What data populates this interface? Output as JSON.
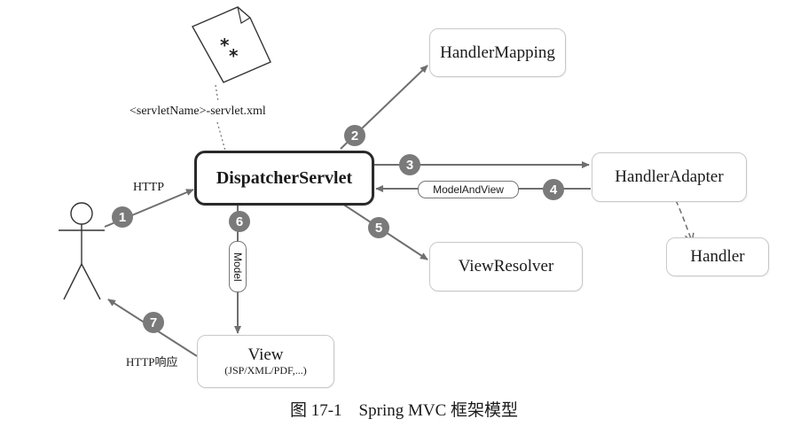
{
  "nodes": {
    "dispatcher": "DispatcherServlet",
    "handler_mapping": "HandlerMapping",
    "handler_adapter": "HandlerAdapter",
    "handler": "Handler",
    "view_resolver": "ViewResolver",
    "view_title": "View",
    "view_formats": "(JSP/XML/PDF,...)"
  },
  "labels": {
    "config_file": "<servletName>-servlet.xml",
    "http_in": "HTTP",
    "http_out": "HTTP响应",
    "model_and_view": "ModelAndView",
    "model": "Model"
  },
  "steps": [
    "1",
    "2",
    "3",
    "4",
    "5",
    "6",
    "7"
  ],
  "caption": "图 17-1　Spring MVC 框架模型",
  "icons": {
    "document": "xml-document-icon",
    "user": "stick-figure-user-icon"
  },
  "colors": {
    "badge": "#7a7a7a",
    "arrow": "#6f6f6f",
    "main_border": "#2a2a2a",
    "box_border": "#c9c9c9"
  }
}
